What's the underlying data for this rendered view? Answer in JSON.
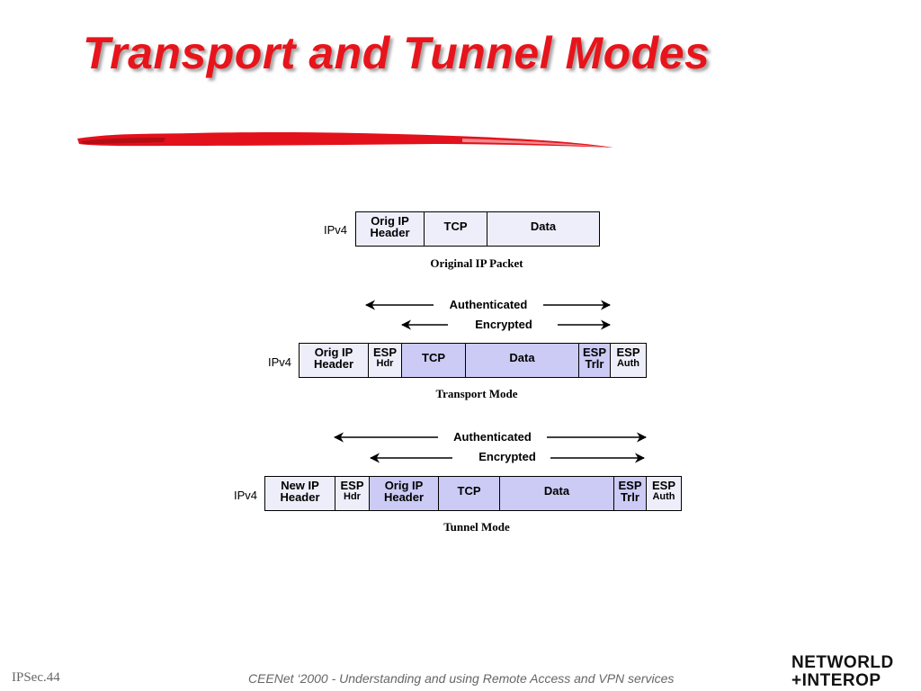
{
  "slide": {
    "title": "Transport and Tunnel Modes",
    "footer_page": "IPSec.44",
    "footer_text": "CEENet  ‘2000 - Understanding and using Remote Access and VPN services",
    "logo_line1": "NETWORLD",
    "logo_line2": "+INTEROP"
  },
  "diagram": {
    "original": {
      "label": "IPv4",
      "caption": "Original IP Packet",
      "fields": [
        {
          "line1": "Orig IP",
          "line2": "Header"
        },
        {
          "line1": "TCP",
          "line2": ""
        },
        {
          "line1": "Data",
          "line2": ""
        }
      ]
    },
    "transport": {
      "label": "IPv4",
      "caption": "Transport Mode",
      "authenticated": "Authenticated",
      "encrypted": "Encrypted",
      "fields": [
        {
          "line1": "Orig IP",
          "line2": "Header"
        },
        {
          "line1": "ESP",
          "line2": "Hdr"
        },
        {
          "line1": "TCP",
          "line2": ""
        },
        {
          "line1": "Data",
          "line2": ""
        },
        {
          "line1": "ESP",
          "line2": "Trlr"
        },
        {
          "line1": "ESP",
          "line2": "Auth"
        }
      ]
    },
    "tunnel": {
      "label": "IPv4",
      "caption": "Tunnel Mode",
      "authenticated": "Authenticated",
      "encrypted": "Encrypted",
      "fields": [
        {
          "line1": "New IP",
          "line2": "Header"
        },
        {
          "line1": "ESP",
          "line2": "Hdr"
        },
        {
          "line1": "Orig IP",
          "line2": "Header"
        },
        {
          "line1": "TCP",
          "line2": ""
        },
        {
          "line1": "Data",
          "line2": ""
        },
        {
          "line1": "ESP",
          "line2": "Trlr"
        },
        {
          "line1": "ESP",
          "line2": "Auth"
        }
      ]
    },
    "colors": {
      "title": "#e8141b",
      "plain_field": "#eeeefa",
      "encrypted_field": "#cbcbf5"
    }
  }
}
